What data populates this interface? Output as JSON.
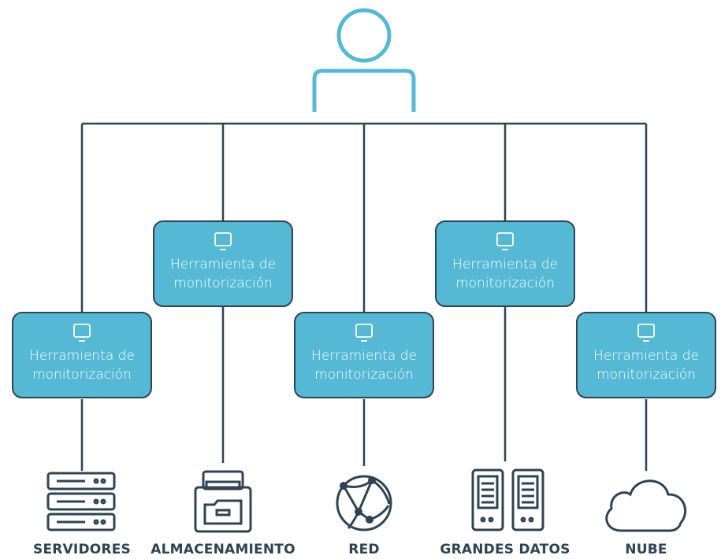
{
  "tools": [
    {
      "line1": "Herramienta de",
      "line2": "monitorización"
    },
    {
      "line1": "Herramienta de",
      "line2": "monitorización"
    },
    {
      "line1": "Herramienta de",
      "line2": "monitorización"
    },
    {
      "line1": "Herramienta de",
      "line2": "monitorización"
    },
    {
      "line1": "Herramienta de",
      "line2": "monitorización"
    }
  ],
  "targets": [
    {
      "label": "SERVIDORES",
      "icon": "server-rack-icon"
    },
    {
      "label": "ALMACENAMIENTO",
      "icon": "storage-cabinet-icon"
    },
    {
      "label": "RED",
      "icon": "network-globe-icon"
    },
    {
      "label": "GRANDES DATOS",
      "icon": "big-data-servers-icon"
    },
    {
      "label": "NUBE",
      "icon": "cloud-icon"
    }
  ],
  "colors": {
    "accent": "#55b9d5",
    "line": "#2f4352",
    "text": "#2f4352"
  }
}
